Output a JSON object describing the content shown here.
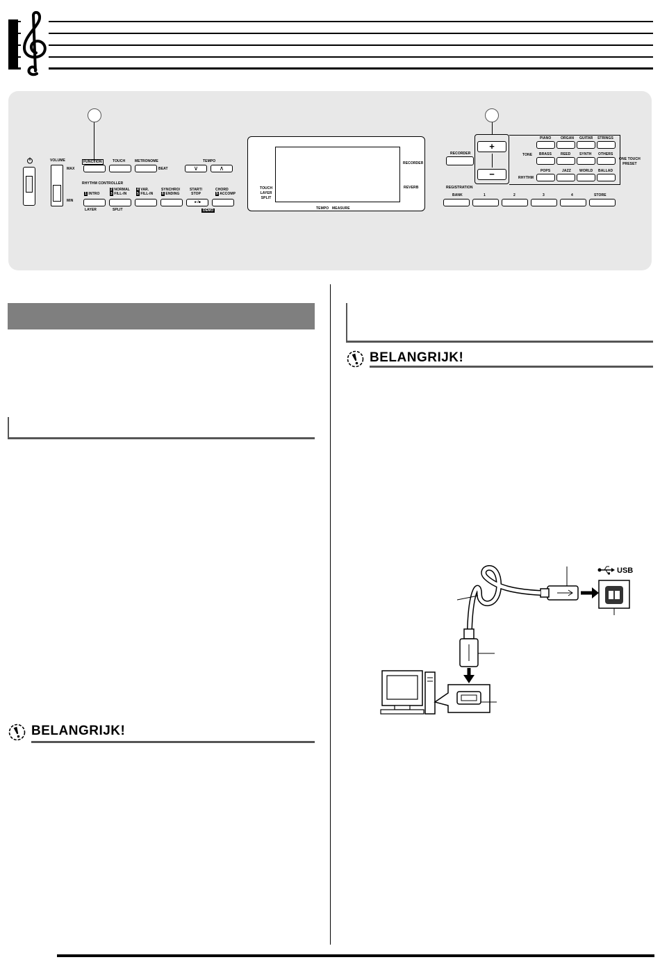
{
  "header": {
    "clef_icon": "treble-clef-icon"
  },
  "panel": {
    "callouts": [
      "",
      ""
    ],
    "power_icon": "power-icon",
    "volume": {
      "label": "VOLUME",
      "max": "MAX",
      "min": "MIN"
    },
    "buttons_top": {
      "function": "FUNCTION",
      "touch": "TOUCH",
      "metronome": "METRONOME",
      "beat": "BEAT",
      "tempo": "TEMPO",
      "tempo_down": "∨",
      "tempo_up": "∧"
    },
    "rhythm_controller": {
      "label": "RHYTHM CONTROLLER",
      "intro": "INTRO",
      "intro_key": "1",
      "normal_fill": [
        "NORMAL",
        "FILL-IN"
      ],
      "normal_keys": [
        "2",
        "3"
      ],
      "var_fill": [
        "VAR.",
        "FILL-IN"
      ],
      "var_keys": [
        "4",
        "5"
      ],
      "sync_ending": [
        "SYNCHRO/",
        "ENDING"
      ],
      "sync_key": "6",
      "start_stop": [
        "START/",
        "STOP"
      ],
      "play_symbol": "►/■",
      "chord": [
        "CHORD",
        "ACCOMP"
      ],
      "chord_key": "9",
      "layer": "LAYER",
      "split": "SPLIT",
      "demo": "DEMO"
    },
    "display": {
      "recorder": "RECORDER",
      "reverb": "REVERB",
      "touch": "TOUCH",
      "layer": "LAYER",
      "split": "SPLIT",
      "tempo": "TEMPO",
      "measure": "MEASURE"
    },
    "right": {
      "recorder": "RECORDER",
      "plus": "+",
      "minus": "−",
      "tone": "TONE",
      "rhythm": "RHYTHM",
      "tones_row1": [
        "PIANO",
        "ORGAN",
        "GUITAR",
        "STRINGS"
      ],
      "tones_row2": [
        "BRASS",
        "REED",
        "SYNTH",
        "OTHERS"
      ],
      "rhythm_row": [
        "POPS",
        "JAZZ",
        "WORLD",
        "BALLAD"
      ],
      "one_touch": [
        "ONE TOUCH",
        "PRESET"
      ],
      "registration": "REGISTRATION",
      "reg_buttons": [
        "BANK",
        "1",
        "2",
        "3",
        "4",
        "STORE"
      ]
    }
  },
  "left_column": {
    "head_title": "",
    "section_title": "",
    "warning": "BELANGRIJK!"
  },
  "right_column": {
    "section_title": "",
    "warning": "BELANGRIJK!",
    "diagram": {
      "usb_label": "USB"
    }
  },
  "colors": {
    "panel_bg": "#e8e8e8",
    "head_gray": "#7f7f7f",
    "rule": "#555555"
  }
}
